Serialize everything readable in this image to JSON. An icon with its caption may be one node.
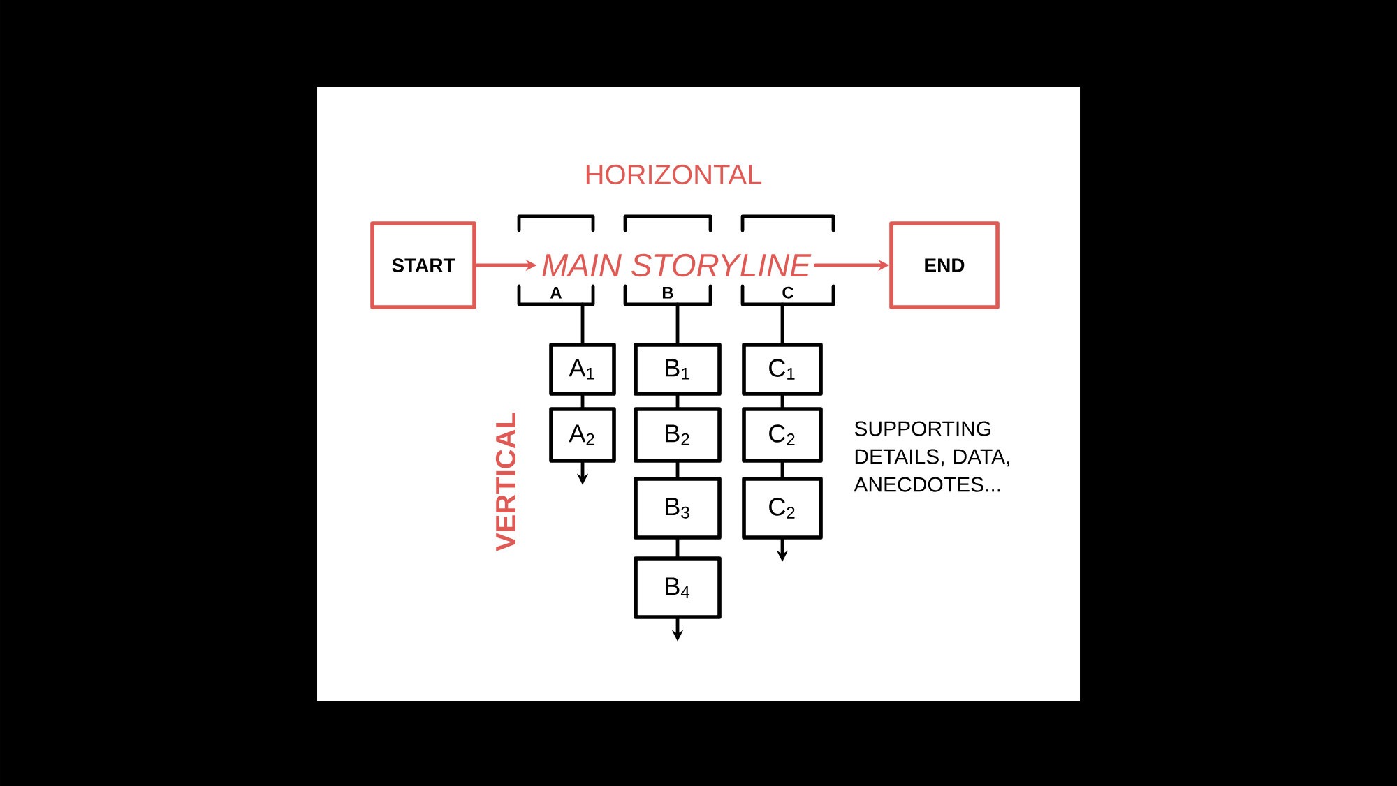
{
  "diagram": {
    "nodes": [
      {
        "text": [
          "START"
        ]
      },
      {
        "text": [
          "MAIN STORYLINE"
        ]
      },
      {
        "text": [
          "END"
        ]
      },
      {
        "text": [
          "A"
        ]
      },
      {
        "text": [
          "B"
        ]
      },
      {
        "text": [
          "C"
        ]
      },
      {
        "text": [
          "A$_{1}$"
        ]
      },
      {
        "text": [
          "A$_{2}$"
        ]
      },
      {
        "text": [
          "B$_{1}$"
        ]
      },
      {
        "text": [
          "B$_{2}$"
        ]
      },
      {
        "text": [
          "B$_{3}$"
        ]
      },
      {
        "text": [
          "B$_{4}$"
        ]
      },
      {
        "text": [
          "C$_{1}$"
        ]
      },
      {
        "text": [
          "C$_{2}$"
        ]
      },
      {
        "text": [
          "C$_{2}$"
        ]
      }
    ],
    "edges": [
      {
        "from": 0,
        "to": 1,
        "arrow": "to",
        "color": "#e05a55"
      },
      {
        "from": 1,
        "to": 2,
        "arrow": "to",
        "color": "#e05a55"
      },
      {
        "from": 3,
        "to": 6,
        "arrow": "none"
      },
      {
        "from": 6,
        "to": 7,
        "arrow": "none"
      },
      {
        "from": 7,
        "to": null,
        "arrow": "to"
      },
      {
        "from": 4,
        "to": 8,
        "arrow": "none"
      },
      {
        "from": 8,
        "to": 9,
        "arrow": "none"
      },
      {
        "from": 9,
        "to": 10,
        "arrow": "none"
      },
      {
        "from": 10,
        "to": 11,
        "arrow": "none"
      },
      {
        "from": 11,
        "to": null,
        "arrow": "to"
      },
      {
        "from": 5,
        "to": 12,
        "arrow": "none"
      },
      {
        "from": 12,
        "to": 13,
        "arrow": "none"
      },
      {
        "from": 13,
        "to": 14,
        "arrow": "none"
      },
      {
        "from": 14,
        "to": null,
        "arrow": "to"
      }
    ],
    "labels": [
      "HORIZONTAL",
      "VERTICAL",
      "SUPPORTING DETAILS, DATA, ANECDOTES..."
    ]
  }
}
